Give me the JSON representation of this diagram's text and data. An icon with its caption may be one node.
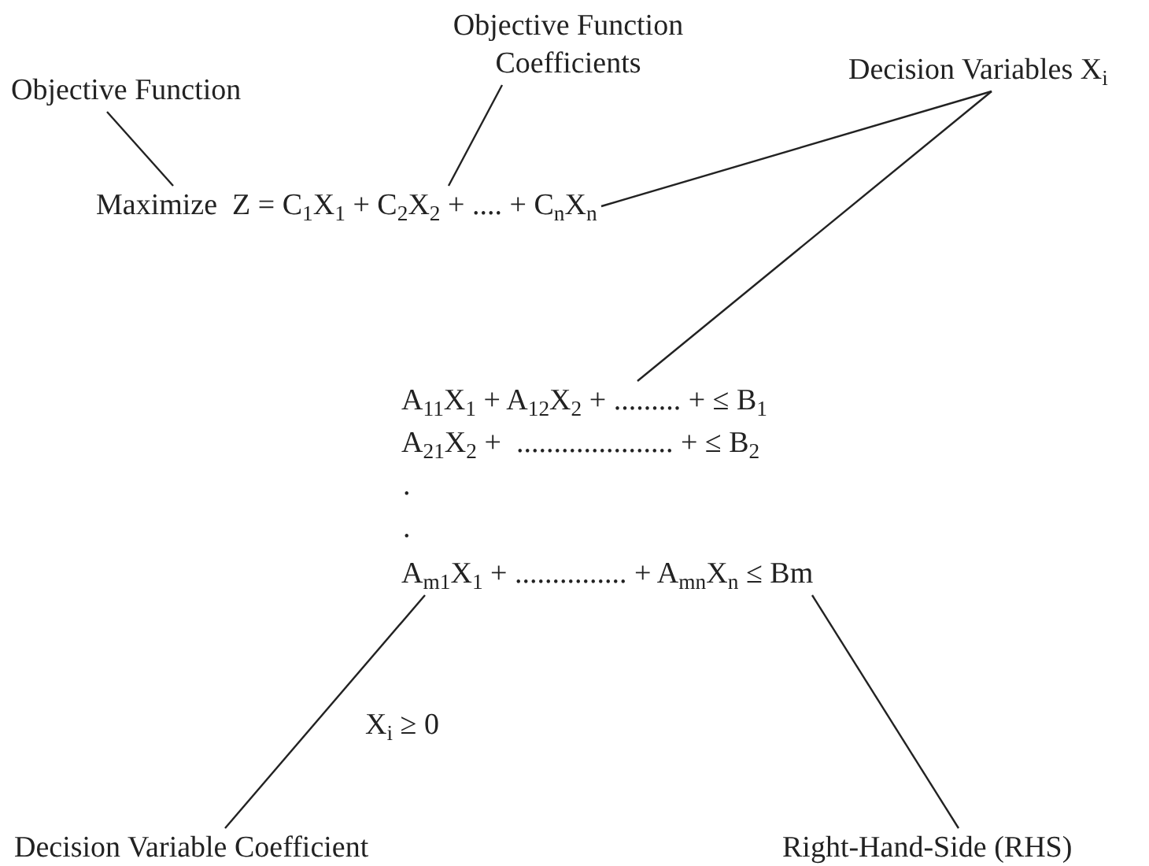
{
  "diagram": {
    "nodes": [
      {
        "text": [
          "Objective Function"
        ]
      },
      {
        "text": [
          "Objective Function Coefficients"
        ]
      },
      {
        "text": [
          "Decision Variables X$_{i}$"
        ]
      },
      {
        "text": [
          "Maximize  Z = C$_{1}$X$_{1}$ + C$_{2}$X$_{2}$ + .... + C$_{n}$X$_{n}$"
        ]
      },
      {
        "text": [
          "A$_{11}$X$_{1}$ + A$_{12}$X$_{2}$ + ......... + ≤ B$_{1}$"
        ]
      },
      {
        "text": [
          "A$_{m1}$X$_{1}$ + ............... + A$_{mn}$X$_{n}$ ≤ Bm"
        ]
      },
      {
        "text": [
          "Decision Variable Coefficient"
        ]
      },
      {
        "text": [
          "Right-Hand-Side (RHS)"
        ]
      }
    ],
    "edges": [
      {
        "from": 0,
        "to": 3,
        "arrow": "none"
      },
      {
        "from": 1,
        "to": 3,
        "arrow": "none"
      },
      {
        "from": 2,
        "to": 3,
        "arrow": "none"
      },
      {
        "from": 2,
        "to": 4,
        "arrow": "none"
      },
      {
        "from": 6,
        "to": 5,
        "arrow": "none"
      },
      {
        "from": 7,
        "to": 5,
        "arrow": "none"
      }
    ],
    "labels": [
      "A$_{21}$X$_{2}$ +  ..................... + ≤ B$_{2}$",
      ".",
      ".",
      "X$_{i}$ ≥ 0"
    ]
  }
}
